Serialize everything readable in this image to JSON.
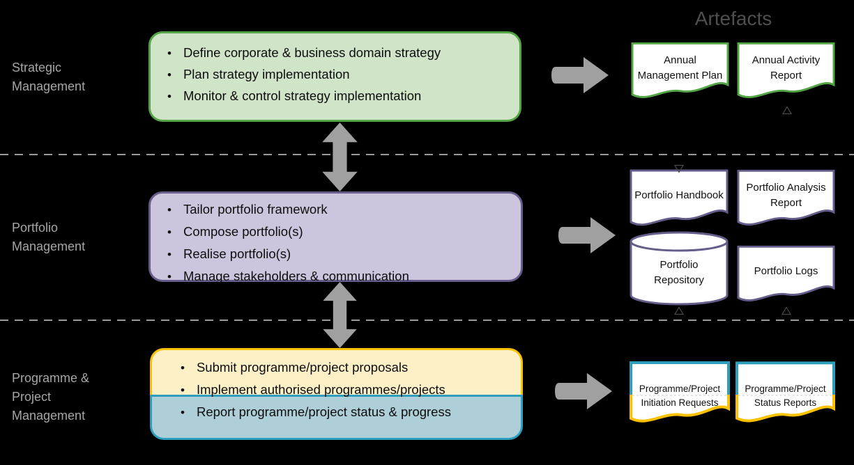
{
  "artefacts_title": "Artefacts",
  "lanes": [
    {
      "label": "Strategic Management",
      "activities": [
        "Define corporate & business domain strategy",
        "Plan strategy implementation",
        "Monitor & control strategy implementation"
      ],
      "artefacts": [
        {
          "label": "Annual Management Plan",
          "shape": "document"
        },
        {
          "label": "Annual Activity Report",
          "shape": "document"
        }
      ]
    },
    {
      "label": "Portfolio Management",
      "activities": [
        "Tailor portfolio framework",
        "Compose portfolio(s)",
        "Realise portfolio(s)",
        "Manage stakeholders & communication"
      ],
      "artefacts": [
        {
          "label": "Portfolio Handbook",
          "shape": "document"
        },
        {
          "label": "Portfolio Analysis Report",
          "shape": "document"
        },
        {
          "label": "Portfolio Repository",
          "shape": "database"
        },
        {
          "label": "Portfolio Logs",
          "shape": "document"
        }
      ]
    },
    {
      "label": "Programme & Project Management",
      "activities": [
        "Submit programme/project proposals",
        "Implement authorised programmes/projects",
        "Report programme/project status & progress"
      ],
      "artefacts": [
        {
          "label": "Programme/Project Initiation Requests",
          "shape": "document"
        },
        {
          "label": "Programme/Project Status Reports",
          "shape": "document"
        }
      ]
    }
  ],
  "colors": {
    "bg": "#000000",
    "lane-label": "#a6a6a6",
    "artefacts-title": "#4f4f4f",
    "arrow": "#a0a0a0",
    "dashed": "#9a9a9a",
    "green-border": "#54a546",
    "green-fill": "#d0e4c8",
    "purple-border": "#665e8a",
    "purple-fill": "#cdc5de",
    "yellow-border": "#fcc100",
    "yellow-fill": "#fdf0c6",
    "teal-border": "#2d9fbd",
    "teal-fill": "#aecfd8",
    "doc-fill": "#ffffff",
    "doc-text": "#111111",
    "bullet-text": "#0d0d0d",
    "triangle": "#4a4a4a"
  }
}
